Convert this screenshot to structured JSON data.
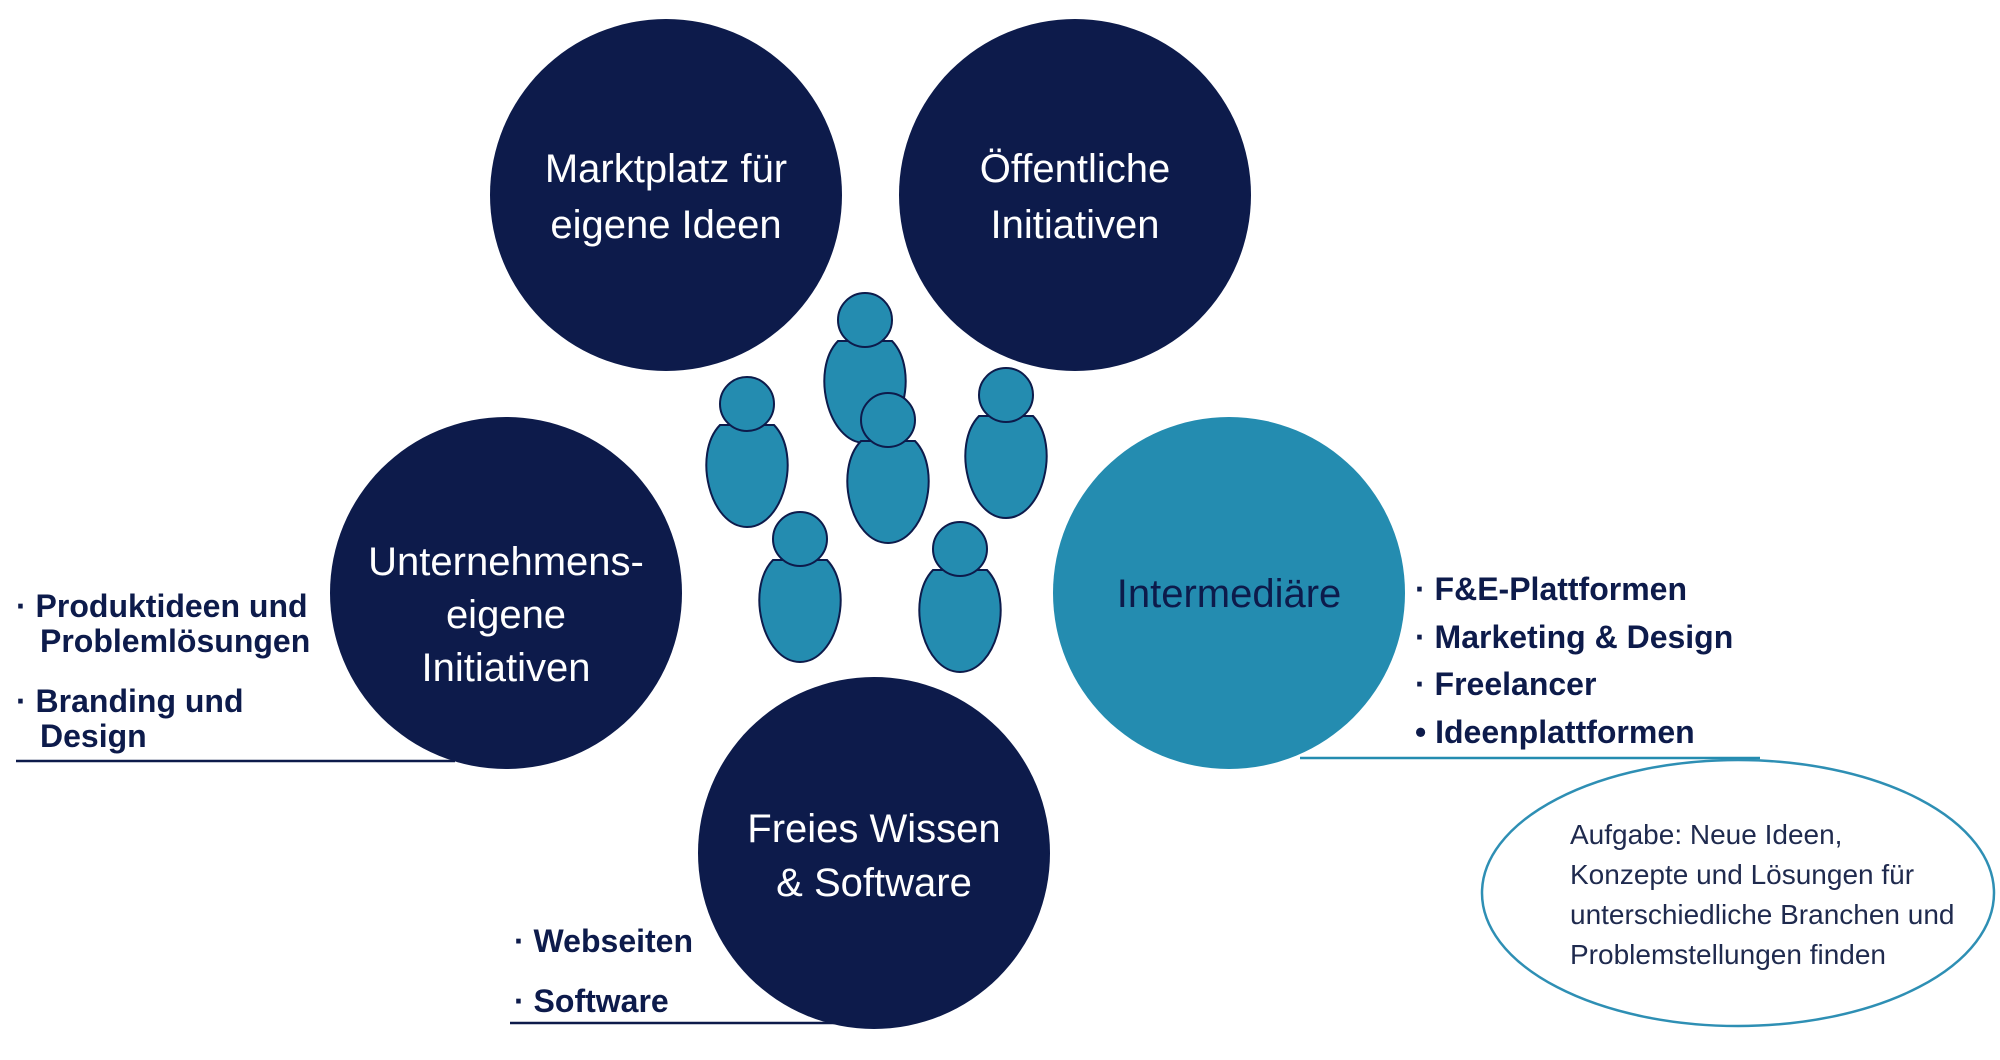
{
  "colors": {
    "dark_circle": "#0d1b4b",
    "accent_circle": "#248cb0",
    "figure_fill": "#248cb0",
    "figure_stroke": "#0d1b4b",
    "note_border": "#2e8fb4",
    "text_dark": "#0d1b4b"
  },
  "icons": {
    "person": "person-figure-icon"
  },
  "circles": {
    "marktplatz": {
      "line1": "Marktplatz für",
      "line2": "eigene Ideen"
    },
    "oeffentliche": {
      "line1": "Öffentliche",
      "line2": "Initiativen"
    },
    "unternehmen": {
      "line1": "Unternehmens-",
      "line2": "eigene",
      "line3": "Initiativen"
    },
    "intermediaere": {
      "line1": "Intermediäre"
    },
    "freies": {
      "line1": "Freies Wissen",
      "line2": "& Software"
    }
  },
  "lists": {
    "unternehmen": {
      "item1_line1": "· Produktideen und",
      "item1_line2": "Problemlösungen",
      "item2_line1": "· Branding und",
      "item2_line2": "Design"
    },
    "freies": {
      "item1": "· Webseiten",
      "item2": "· Software"
    },
    "intermediaere": {
      "item1": "· F&E-Plattformen",
      "item2": "· Marketing & Design",
      "item3": "· Freelancer",
      "item4": "• Ideenplattformen"
    }
  },
  "note": {
    "line1": "Aufgabe: Neue Ideen,",
    "line2": "Konzepte und Lösungen für",
    "line3": "unterschiedliche Branchen und",
    "line4": "Problemstellungen finden"
  }
}
